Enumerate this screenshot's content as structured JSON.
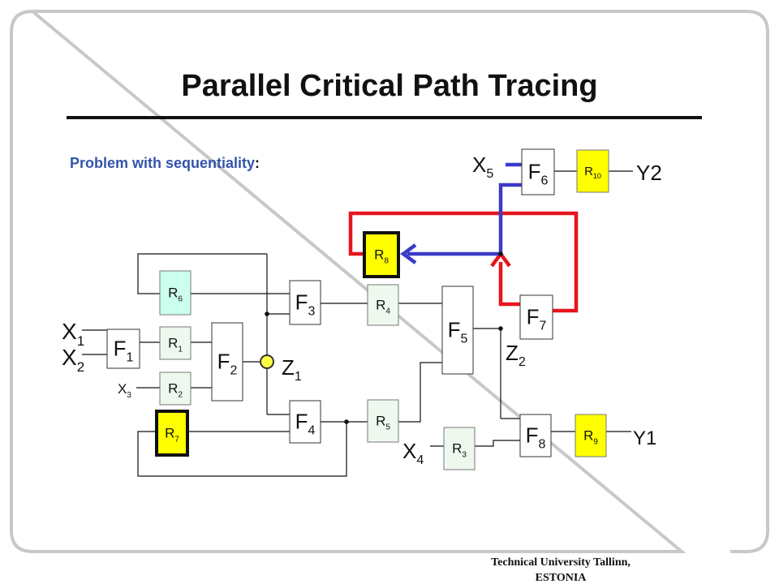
{
  "title": "Parallel Critical Path Tracing",
  "subtitle": {
    "prefix": "Problem with sequentiality",
    "suffix": ":",
    "prefix_color": "#3355aa",
    "suffix_color": "#111111"
  },
  "footer": {
    "line1": "Technical University Tallinn,",
    "line2": "ESTONIA"
  },
  "colors": {
    "red_path": "#e8141c",
    "blue_path": "#3a3ac8",
    "highlight_fill": "#ffff00",
    "register_fill": "#eef8ee",
    "register_fill_cyan": "#ccffee",
    "node_marker": "#ffff44",
    "frame": "#c8c8c8"
  },
  "blocks": {
    "F1": {
      "base": "F",
      "sub": "1"
    },
    "F2": {
      "base": "F",
      "sub": "2"
    },
    "F3": {
      "base": "F",
      "sub": "3"
    },
    "F4": {
      "base": "F",
      "sub": "4"
    },
    "F5": {
      "base": "F",
      "sub": "5"
    },
    "F6": {
      "base": "F",
      "sub": "6"
    },
    "F7": {
      "base": "F",
      "sub": "7"
    },
    "F8": {
      "base": "F",
      "sub": "8"
    },
    "R1": {
      "base": "R",
      "sub": "1"
    },
    "R2": {
      "base": "R",
      "sub": "2"
    },
    "R3": {
      "base": "R",
      "sub": "3"
    },
    "R4": {
      "base": "R",
      "sub": "4"
    },
    "R5": {
      "base": "R",
      "sub": "5"
    },
    "R6": {
      "base": "R",
      "sub": "6"
    },
    "R7": {
      "base": "R",
      "sub": "7"
    },
    "R8": {
      "base": "R",
      "sub": "8"
    },
    "R9": {
      "base": "R",
      "sub": "9"
    },
    "R10": {
      "base": "R",
      "sub": "10"
    }
  },
  "ports": {
    "X1": {
      "base": "X",
      "sub": "1"
    },
    "X2": {
      "base": "X",
      "sub": "2"
    },
    "X3": {
      "base": "X",
      "sub": "3"
    },
    "X4": {
      "base": "X",
      "sub": "4"
    },
    "X5": {
      "base": "X",
      "sub": "5"
    },
    "Z1": {
      "base": "Z",
      "sub": "1"
    },
    "Z2": {
      "base": "Z",
      "sub": "2"
    },
    "Y1": {
      "base": "Y1",
      "sub": ""
    },
    "Y2": {
      "base": "Y2",
      "sub": ""
    }
  }
}
